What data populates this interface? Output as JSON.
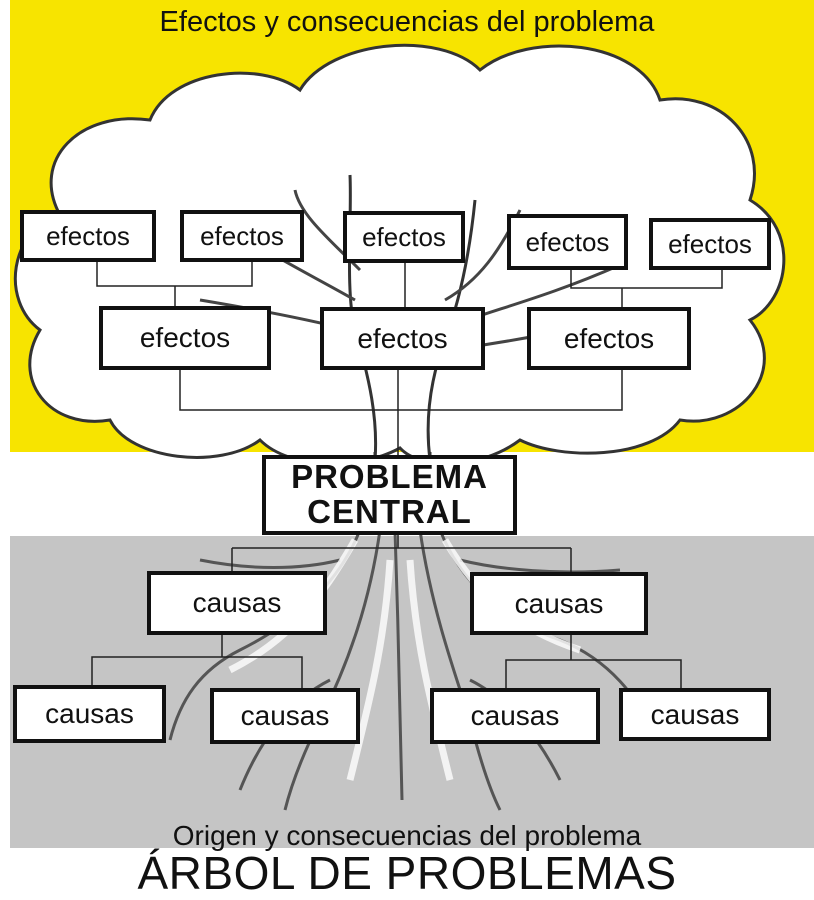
{
  "diagram": {
    "header": "Efectos y consecuencias del problema",
    "top_effects": [
      "efectos",
      "efectos",
      "efectos",
      "efectos",
      "efectos"
    ],
    "mid_effects": [
      "efectos",
      "efectos",
      "efectos"
    ],
    "central": {
      "line1": "PROBLEMA",
      "line2": "CENTRAL"
    },
    "upper_causes": [
      "causas",
      "causas"
    ],
    "lower_causes": [
      "causas",
      "causas",
      "causas",
      "causas"
    ],
    "footer_subtitle": "Origen y consecuencias del problema",
    "footer_title": "ÁRBOL DE PROBLEMAS",
    "colors": {
      "top_band": "#f7e400",
      "bottom_band": "#c5c5c5",
      "box_border": "#111111"
    }
  }
}
